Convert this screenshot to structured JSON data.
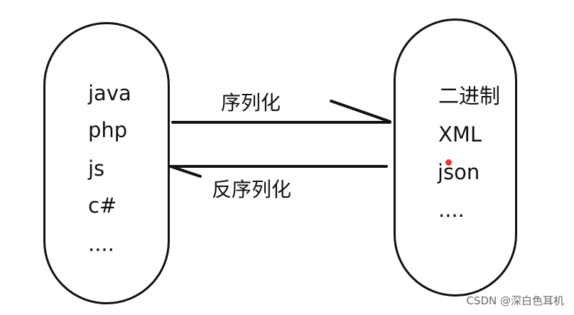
{
  "left_languages": [
    "java",
    "php",
    "js",
    "c#",
    "...."
  ],
  "right_formats": [
    "二进制",
    "XML",
    "json",
    "...."
  ],
  "arrows": {
    "serialize_label": "序列化",
    "deserialize_label": "反序列化"
  },
  "watermark": "CSDN @深白色耳机",
  "colors": {
    "line": "#111111",
    "cursor_dot": "#e53935"
  }
}
